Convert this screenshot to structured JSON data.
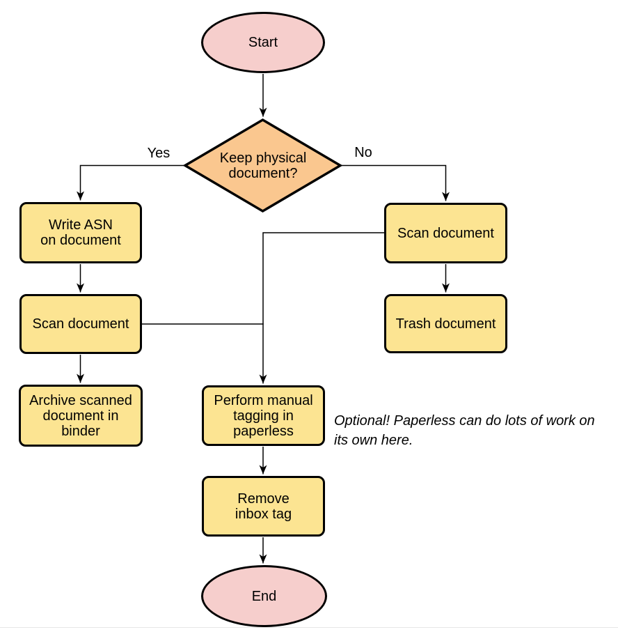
{
  "nodes": {
    "start": {
      "label": "Start"
    },
    "decision": {
      "label": "Keep physical\ndocument?"
    },
    "write_asn": {
      "label": "Write ASN\non document"
    },
    "scan_left": {
      "label": "Scan document"
    },
    "archive": {
      "label": "Archive scanned\ndocument in\nbinder"
    },
    "scan_right": {
      "label": "Scan document"
    },
    "trash": {
      "label": "Trash document"
    },
    "tagging": {
      "label": "Perform manual\ntagging in\npaperless"
    },
    "remove_inbox": {
      "label": "Remove\ninbox tag"
    },
    "end": {
      "label": "End"
    }
  },
  "edge_labels": {
    "yes": "Yes",
    "no": "No"
  },
  "annotation": {
    "text": "Optional! Paperless can do lots of work on\nits own here."
  },
  "colors": {
    "terminal_fill": "#F6CECC",
    "decision_fill": "#FAC78F",
    "process_fill": "#FCE492",
    "stroke": "#000000"
  }
}
